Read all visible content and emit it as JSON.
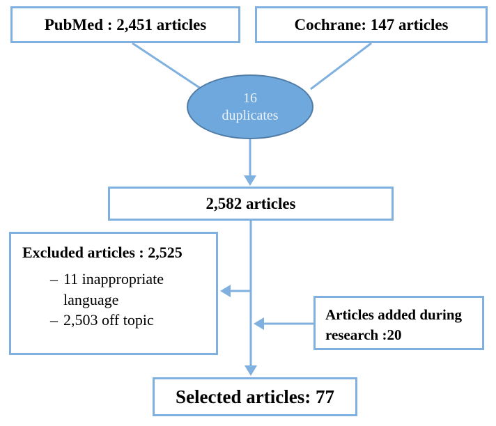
{
  "diagram": {
    "title_semantic": "article-selection-flowchart",
    "colors": {
      "line": "#7FB0DF",
      "box_border": "#7FB0DF",
      "box_text": "#000000",
      "ellipse_fill": "#6FA8DC",
      "ellipse_border": "#4F7CA6",
      "ellipse_text": "#EAF2FB",
      "background": "#FFFFFF"
    },
    "nodes": {
      "pubmed": {
        "label": "PubMed : 2,451 articles"
      },
      "cochrane": {
        "label": "Cochrane: 147 articles"
      },
      "duplicates": {
        "line1": "16",
        "line2": "duplicates"
      },
      "combined": {
        "label": "2,582 articles"
      },
      "excluded": {
        "title": "Excluded articles : 2,525",
        "items": [
          {
            "dash": "–",
            "text": "11 inappropriate language"
          },
          {
            "dash": "–",
            "text": "2,503 off topic"
          }
        ]
      },
      "added": {
        "line1": "Articles added during",
        "line2": "research :20"
      },
      "selected": {
        "label": "Selected articles: 77"
      }
    },
    "edges": [
      "pubmed -> duplicates",
      "cochrane -> duplicates",
      "duplicates -> combined (arrow)",
      "combined -> selected (arrow, via trunk line)",
      "trunk -> excluded (arrow left)",
      "added -> trunk (arrow left)"
    ]
  }
}
